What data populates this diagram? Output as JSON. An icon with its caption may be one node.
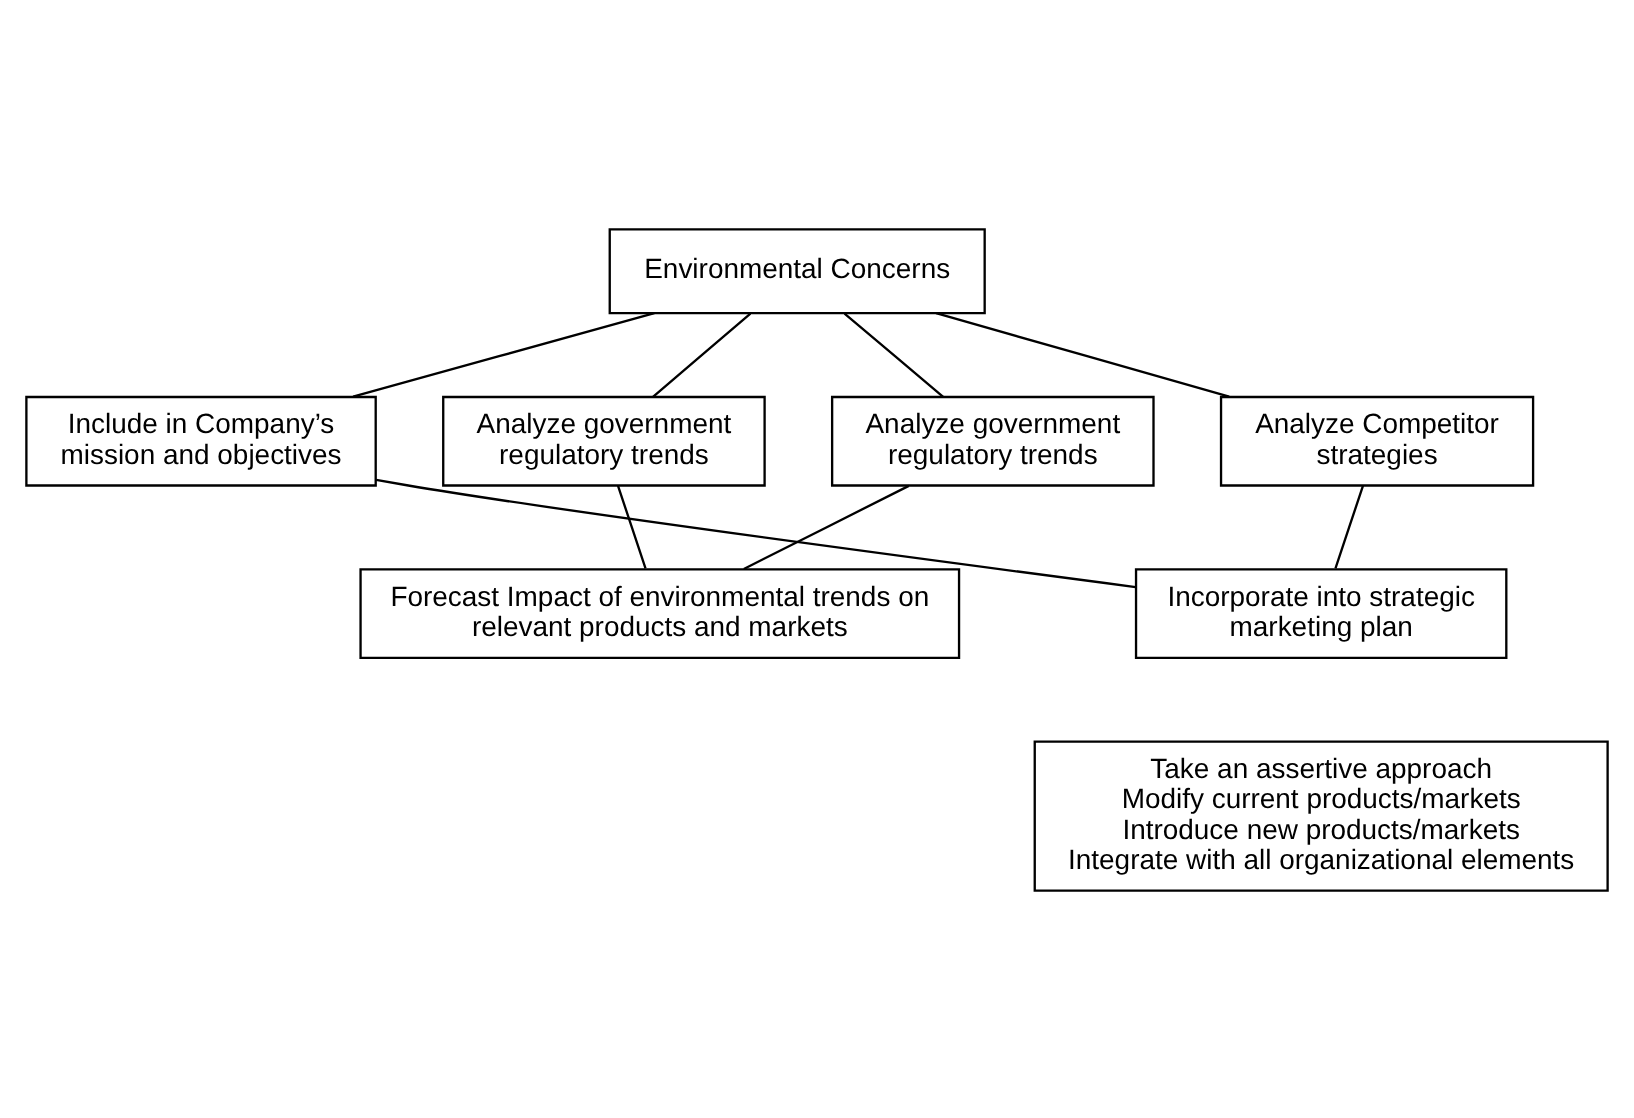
{
  "diagram": {
    "nodes": [
      {
        "text": [
          "Environmental Concerns"
        ]
      },
      {
        "text": [
          "Analyze government regulatory trends"
        ]
      },
      {
        "text": [
          "Analyze government regulatory trends"
        ]
      },
      {
        "text": [
          "Include in Company’s mission and objectives"
        ]
      },
      {
        "text": [
          "Analyze Competitor strategies"
        ]
      },
      {
        "text": [
          "Forecast Impact of environmental trends on relevant products and markets"
        ]
      },
      {
        "text": [
          "Incorporate into strategic marketing plan"
        ]
      },
      {
        "text": [
          "Take an assertive approach Modify current products/markets Introduce new products/markets Integrate with all organizational elements"
        ]
      }
    ],
    "edges": [
      {
        "from": 0,
        "to": 3,
        "arrow": "none"
      },
      {
        "from": 0,
        "to": 1,
        "arrow": "none"
      },
      {
        "from": 0,
        "to": 2,
        "arrow": "none"
      },
      {
        "from": 0,
        "to": 4,
        "arrow": "none"
      },
      {
        "from": 1,
        "to": 5,
        "arrow": "none"
      },
      {
        "from": 2,
        "to": 5,
        "arrow": "none"
      },
      {
        "from": 3,
        "to": 6,
        "arrow": "none"
      },
      {
        "from": 4,
        "to": 6,
        "arrow": "none"
      }
    ]
  }
}
